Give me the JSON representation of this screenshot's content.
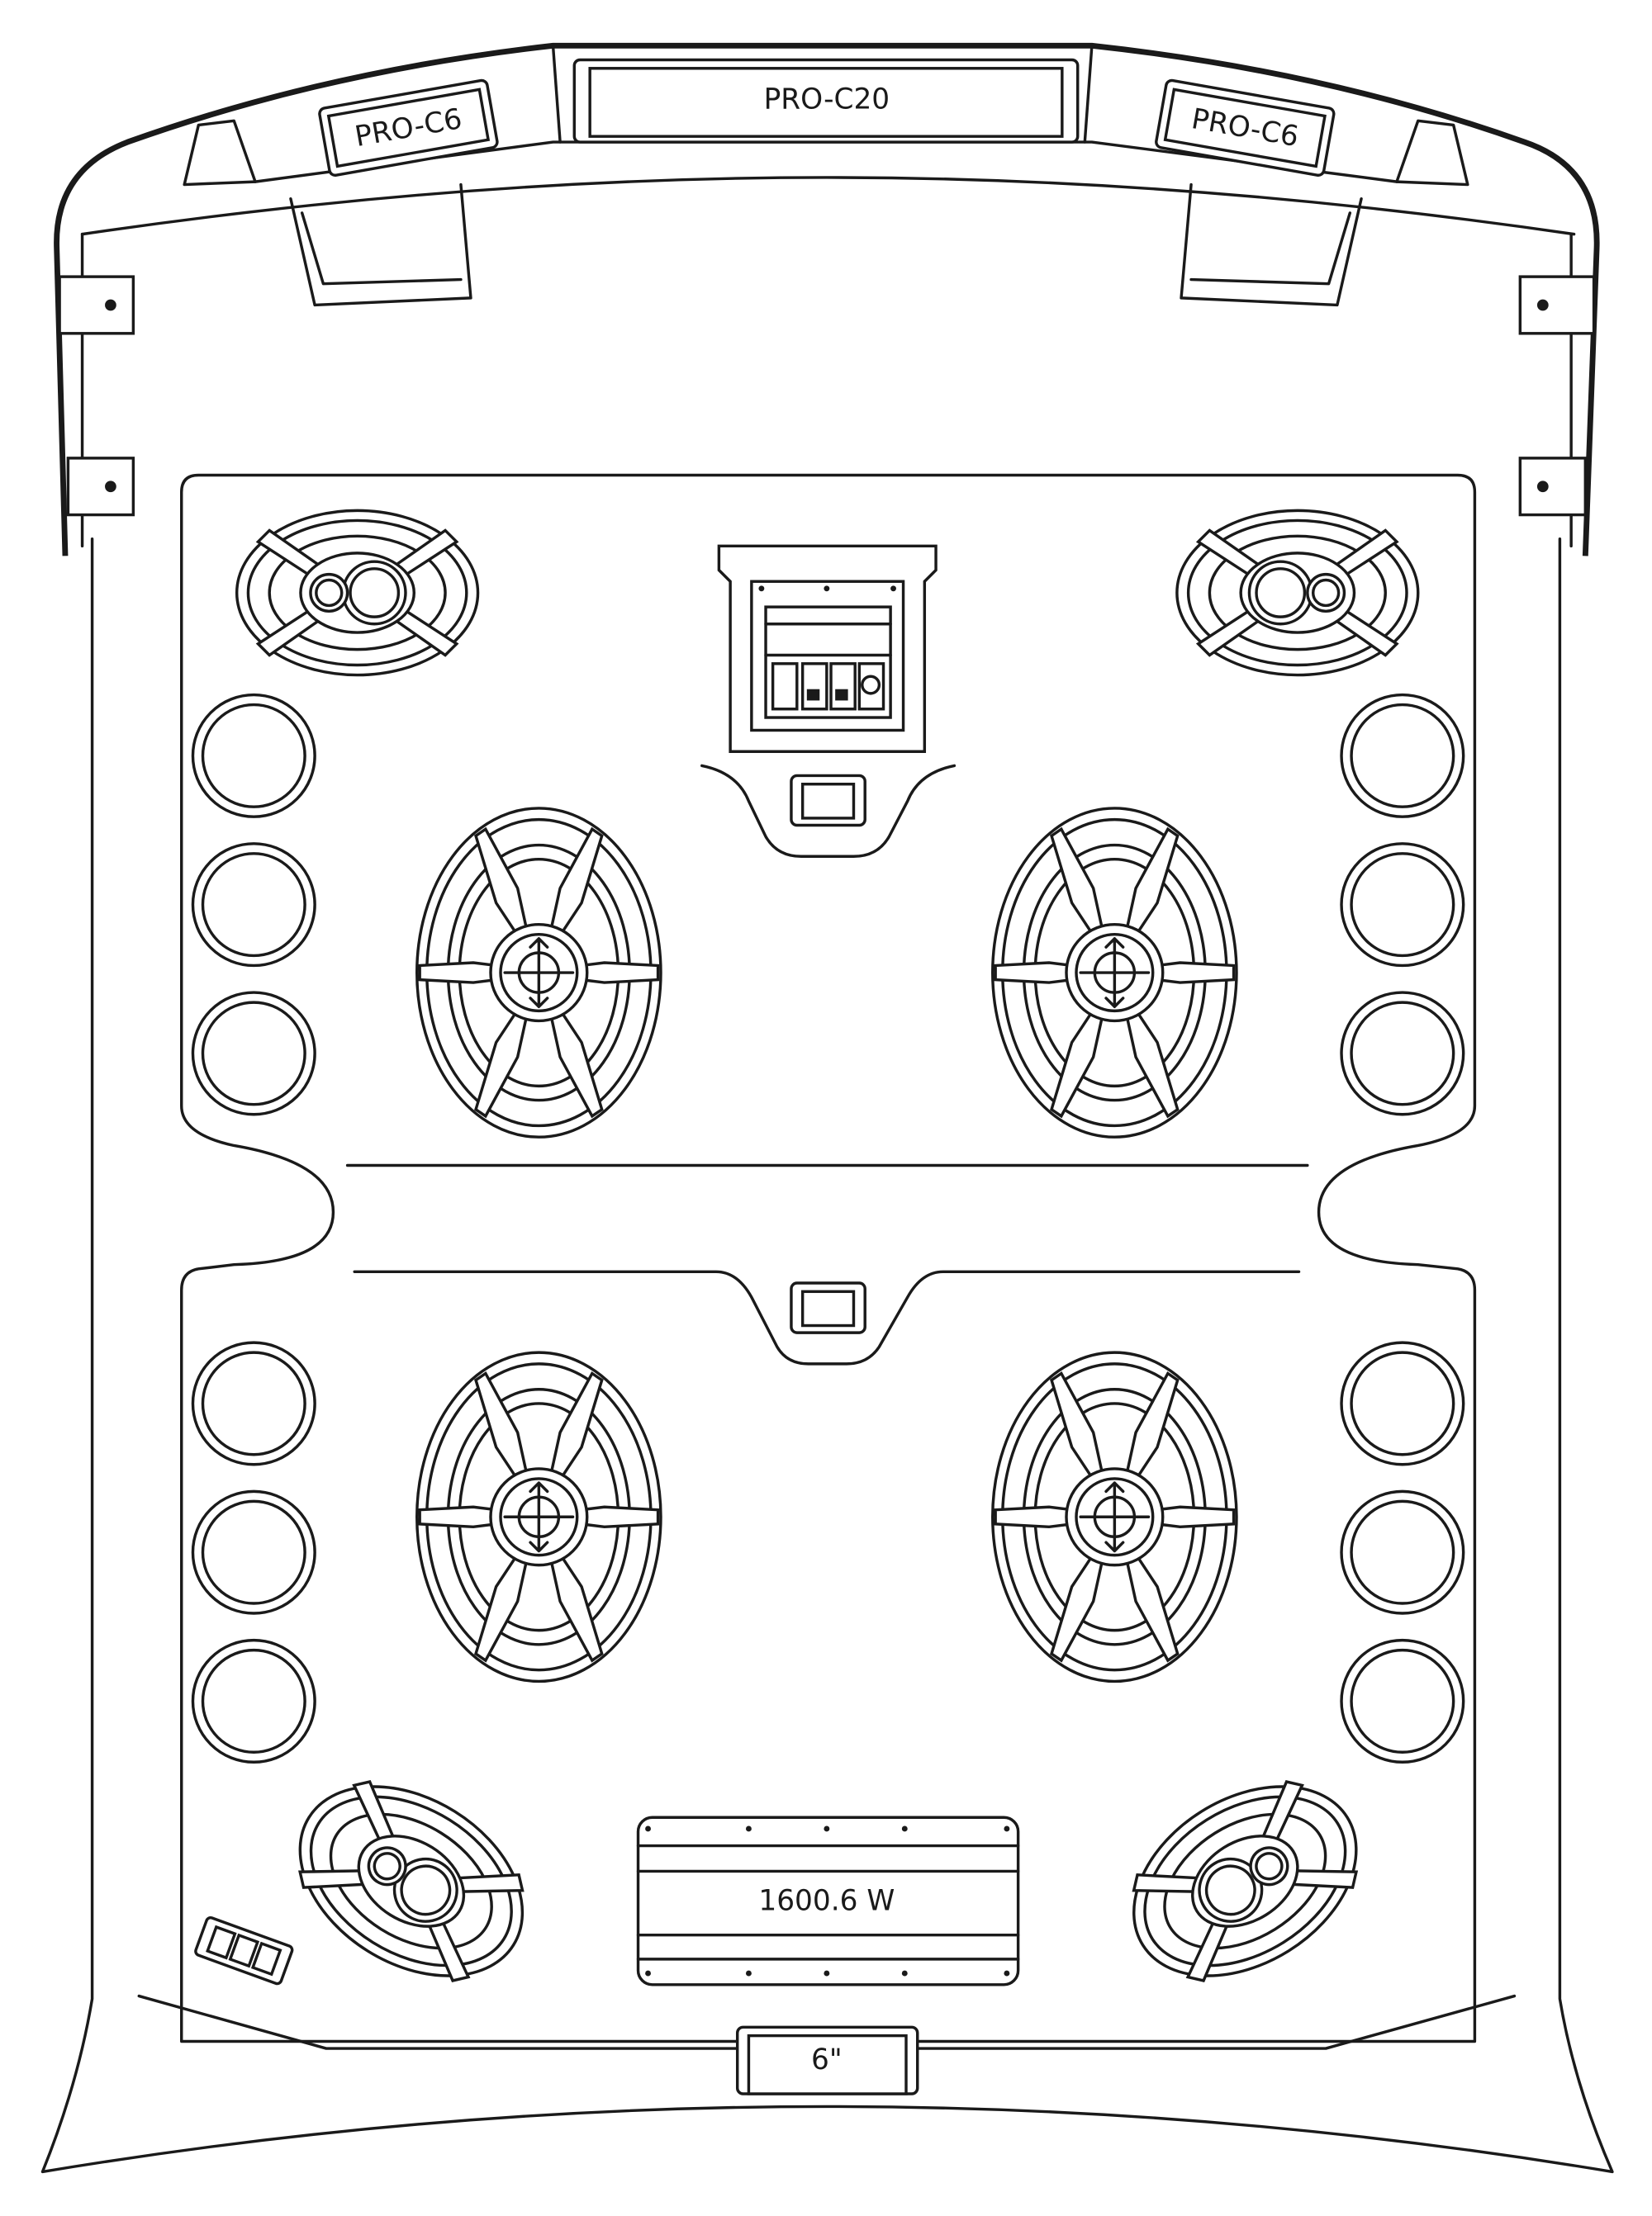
{
  "title": "UTV roof audio layout",
  "labels": {
    "left_light": "PRO-C6",
    "center_light": "PRO-C20",
    "right_light": "PRO-C6",
    "amplifier": "1600.6 W",
    "subwoofer": "6\""
  },
  "components": {
    "large_speakers": 4,
    "small_coaxial_speakers": 4,
    "round_buttons_per_side": 6
  },
  "colors": {
    "line": "#1a1a1a",
    "background": "#ffffff"
  }
}
